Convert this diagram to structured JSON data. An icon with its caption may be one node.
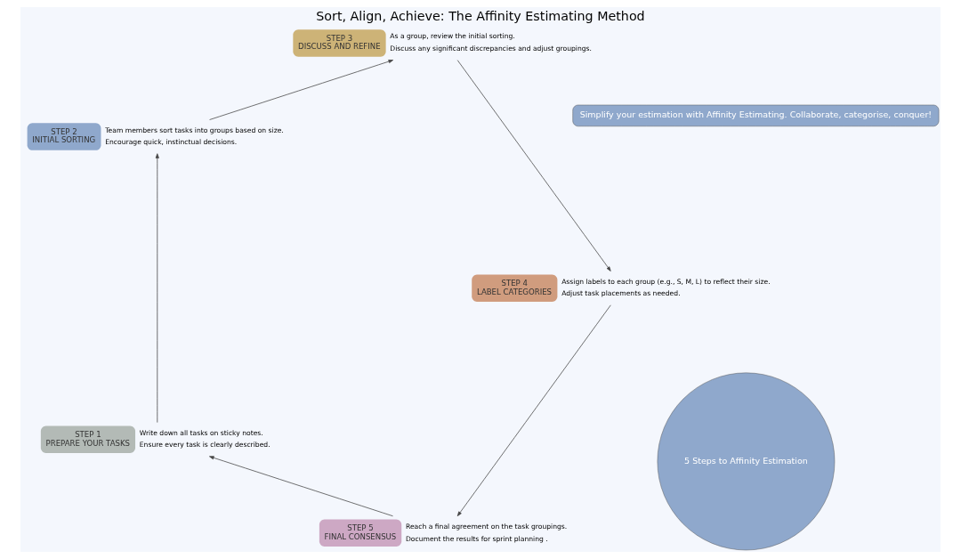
{
  "diagram": {
    "title": "Sort, Align, Achieve: The Affinity Estimating Method",
    "nodes": [
      {
        "text": [
          "5 Steps to Affinity Estimation"
        ]
      },
      {
        "text": [
          "STEP 5",
          "FINAL CONSENSUS"
        ],
        "beside": [
          "Reach a final agreement on the task groupings.",
          "Document the results for sprint planning ."
        ]
      },
      {
        "text": [
          "STEP 1",
          "PREPARE YOUR TASKS"
        ],
        "beside": [
          "Write down all tasks on sticky notes.",
          "Ensure every task is clearly described."
        ]
      },
      {
        "text": [
          "STEP 2",
          "INITIAL SORTING"
        ],
        "beside": [
          "Team members sort tasks into groups based on size.",
          "Encourage quick, instinctual decisions."
        ]
      },
      {
        "text": [
          "STEP 3",
          "DISCUSS AND REFINE"
        ],
        "beside": [
          "As a group, review the initial sorting.",
          "Discuss any significant discrepancies and adjust groupings."
        ]
      },
      {
        "text": [
          "STEP 4",
          "LABEL CATEGORIES"
        ],
        "beside": [
          "Assign labels to each group (e.g., S, M, L) to reflect their size.",
          "Adjust task placements as needed."
        ]
      },
      {
        "text": [
          "Simplify your estimation with Affinity Estimating. Collaborate, categorise, conquer!"
        ]
      }
    ],
    "edges": [
      {
        "from": 1,
        "to": 2,
        "arrow": "to"
      },
      {
        "from": 2,
        "to": 3,
        "arrow": "to"
      },
      {
        "from": 3,
        "to": 4,
        "arrow": "to"
      },
      {
        "from": 4,
        "to": 5,
        "arrow": "to"
      },
      {
        "from": 5,
        "to": 1,
        "arrow": "to"
      }
    ]
  }
}
